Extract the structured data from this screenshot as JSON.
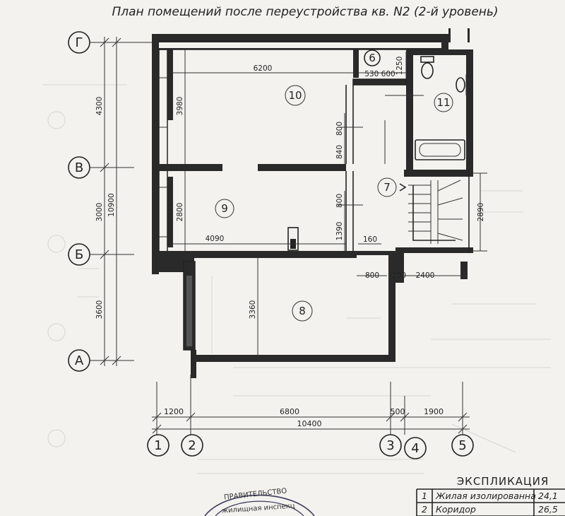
{
  "title": "План помещений после переустройства кв. N2 (2-й уровень)",
  "axes_rows": [
    "Г",
    "В",
    "Б",
    "А"
  ],
  "axes_cols": [
    "1",
    "2",
    "3",
    "4",
    "5"
  ],
  "rooms": [
    "6",
    "10",
    "11",
    "9",
    "7",
    "8"
  ],
  "dims": {
    "w_6200": "6200",
    "w_530_600": "530 600",
    "w_1250": "1250",
    "h_3980": "3980",
    "h_800a": "800",
    "h_840": "840",
    "h_2800": "2800",
    "w_4090": "4090",
    "h_800b": "800",
    "h_1390": "1390",
    "w_160": "160",
    "w_800": "800",
    "w_200": "200",
    "w_2400": "2400",
    "h_2890": "2890",
    "h_3360": "3360",
    "v_4300": "4300",
    "v_3000": "3000",
    "v_10900": "10900",
    "v_3600": "3600",
    "b_1200": "1200",
    "b_6800": "6800",
    "b_500": "500",
    "b_1900": "1900",
    "b_10400": "10400"
  },
  "explication": {
    "title": "ЭКСПЛИКАЦИЯ",
    "rows": [
      {
        "n": "1",
        "name": "Жилая изолированна",
        "area": "24,1"
      },
      {
        "n": "2",
        "name": "Коридор",
        "area": "26,5"
      }
    ]
  },
  "stamp": {
    "line1": "ПРАВИТЕЛЬСТВО",
    "line2": "жилищная инспекц"
  }
}
